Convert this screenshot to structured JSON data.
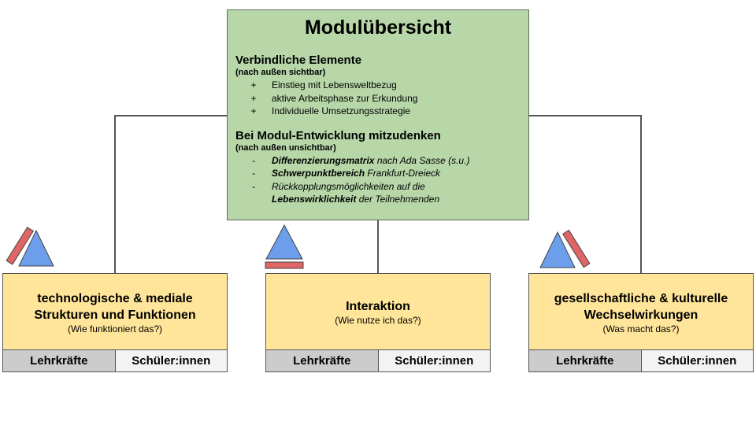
{
  "overview": {
    "title": "Modulübersicht",
    "mandatory": {
      "heading": "Verbindliche Elemente",
      "subheading": "(nach außen sichtbar)",
      "marker": "+",
      "items": [
        "Einstieg mit Lebensweltbezug",
        "aktive Arbeitsphase zur Erkundung",
        "Individuelle Umsetzungsstrategie"
      ]
    },
    "development": {
      "heading": "Bei Modul-Entwicklung mitzudenken",
      "subheading": "(nach außen unsichtbar)",
      "marker": "-",
      "items": [
        {
          "bold": "Differenzierungsmatrix",
          "rest": " nach Ada Sasse (s.u.)"
        },
        {
          "bold": "Schwerpunktbereich",
          "rest": " Frankfurt-Dreieck"
        },
        {
          "bold": "",
          "rest": "Rückkopplungsmöglichkeiten auf die"
        },
        {
          "bold": "Lebenswirklichkeit",
          "rest": " der Teilnehmenden",
          "no_marker": true
        }
      ]
    }
  },
  "cards": [
    {
      "title_line1": "technologische & mediale",
      "title_line2": "Strukturen und Funktionen",
      "question": "(Wie funktioniert das?)",
      "role_teacher": "Lehrkräfte",
      "role_student": "Schüler:innen"
    },
    {
      "title_line1": "Interaktion",
      "title_line2": "",
      "question": "(Wie nutze ich das?)",
      "role_teacher": "Lehrkräfte",
      "role_student": "Schüler:innen"
    },
    {
      "title_line1": "gesellschaftliche & kulturelle",
      "title_line2": "Wechselwirkungen",
      "question": "(Was macht das?)",
      "role_teacher": "Lehrkräfte",
      "role_student": "Schüler:innen"
    }
  ],
  "colors": {
    "overview_fill": "#b7d7a8",
    "card_fill": "#ffe599",
    "triangle_blue": "#6d9eeb",
    "bar_red": "#e06666"
  },
  "icons": [
    "triangle-bar-tilted-left",
    "triangle-bar-flat",
    "triangle-bar-tilted-right"
  ]
}
